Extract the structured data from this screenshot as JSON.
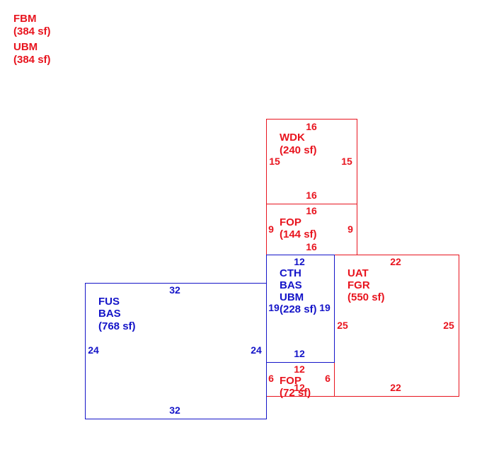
{
  "colors": {
    "red": "#e8141e",
    "blue": "#1414c8"
  },
  "legend": [
    {
      "code": "FBM",
      "area": "(384 sf)"
    },
    {
      "code": "UBM",
      "area": "(384 sf)"
    }
  ],
  "areas": {
    "wdk": {
      "codes": [
        "WDK"
      ],
      "area": "(240 sf)",
      "dims": {
        "top": "16",
        "bottom": "16",
        "left": "15",
        "right": "15"
      }
    },
    "fop_upper": {
      "codes": [
        "FOP"
      ],
      "area": "(144 sf)",
      "dims": {
        "top": "16",
        "bottom": "16",
        "left": "9",
        "right": "9"
      }
    },
    "cth": {
      "codes": [
        "CTH",
        "BAS",
        "UBM"
      ],
      "area": "(228 sf)",
      "dims": {
        "top": "12",
        "bottom": "12",
        "left": "19",
        "right": "19"
      }
    },
    "uat": {
      "codes": [
        "UAT",
        "FGR"
      ],
      "area": "(550 sf)",
      "dims": {
        "top": "22",
        "bottom": "22",
        "left": "25",
        "right": "25"
      }
    },
    "fus": {
      "codes": [
        "FUS",
        "BAS"
      ],
      "area": "(768 sf)",
      "dims": {
        "top": "32",
        "bottom": "32",
        "left": "24",
        "right": "24"
      }
    },
    "fop_lower": {
      "codes": [
        "FOP"
      ],
      "area": "(72 sf)",
      "dims": {
        "top": "12",
        "bottom": "12",
        "left": "6",
        "right": "6"
      }
    }
  }
}
